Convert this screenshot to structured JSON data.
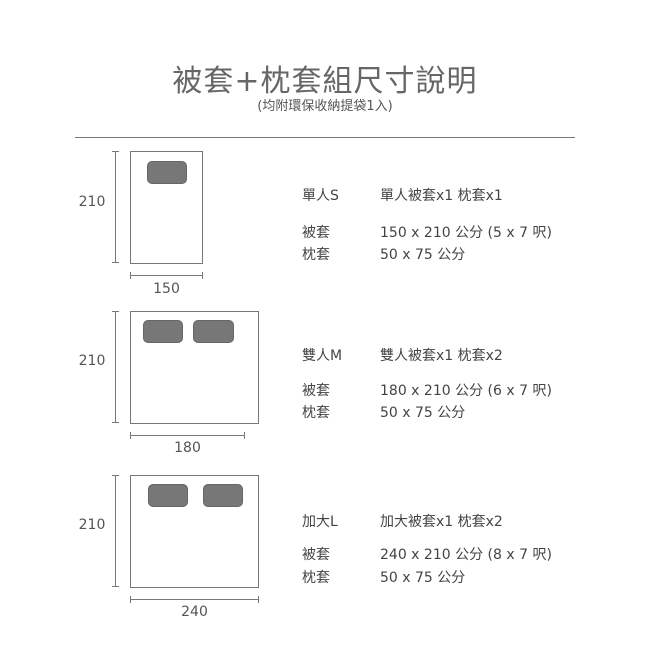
{
  "title": "被套+枕套組尺寸說明",
  "subtitle": "(均附環保收納提袋1入)",
  "sizes": [
    {
      "height_label": "210",
      "width_label": "150",
      "pillows": 1,
      "name": "單人S",
      "set": "單人被套x1 枕套x1",
      "rows": [
        {
          "label": "被套",
          "value": "150 x 210 公分 (5 x 7 呎)"
        },
        {
          "label": "枕套",
          "value": "50 x 75 公分"
        }
      ]
    },
    {
      "height_label": "210",
      "width_label": "180",
      "pillows": 2,
      "name": "雙人M",
      "set": "雙人被套x1 枕套x2",
      "rows": [
        {
          "label": "被套",
          "value": "180 x 210 公分 (6 x 7 呎)"
        },
        {
          "label": "枕套",
          "value": "50 x 75 公分"
        }
      ]
    },
    {
      "height_label": "210",
      "width_label": "240",
      "pillows": 2,
      "name": "加大L",
      "set": "加大被套x1 枕套x2",
      "rows": [
        {
          "label": "被套",
          "value": "240 x 210 公分 (8 x 7 呎)"
        },
        {
          "label": "枕套",
          "value": "50 x 75 公分"
        }
      ]
    }
  ]
}
